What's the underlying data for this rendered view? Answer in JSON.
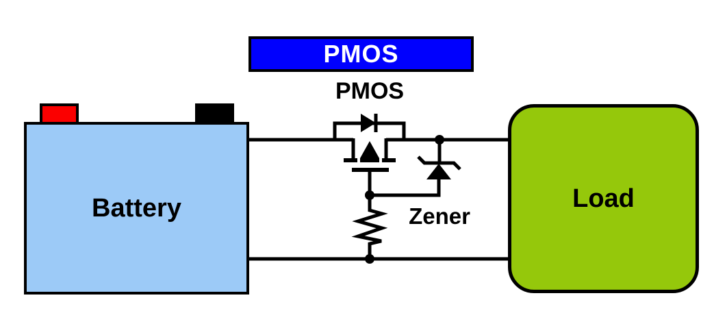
{
  "title_banner": {
    "label": "PMOS",
    "bg_color": "#0000FE",
    "text_color": "#FFFFFF"
  },
  "components": {
    "battery": {
      "label": "Battery",
      "fill_color": "#9CCAF7",
      "positive_terminal_color": "#FB0000",
      "negative_terminal_color": "#000000"
    },
    "load": {
      "label": "Load",
      "fill_color": "#95C80B"
    },
    "pmos_transistor": {
      "label": "PMOS"
    },
    "zener_diode": {
      "label": "Zener"
    }
  },
  "wire_color": "#000000"
}
